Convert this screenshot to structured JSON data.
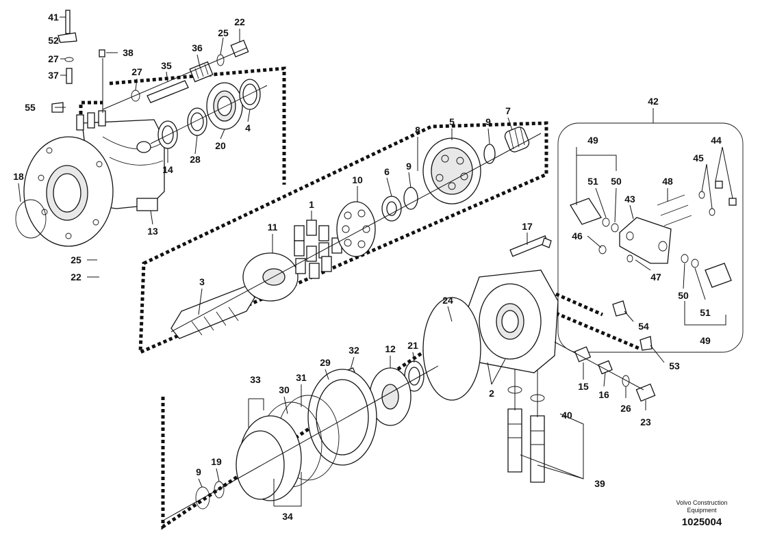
{
  "diagram": {
    "company": "Volvo Construction Equipment",
    "drawing_number": "1025004",
    "labels": {
      "p41": "41",
      "p52": "52",
      "p27a": "27",
      "p37": "37",
      "p38": "38",
      "p36": "36",
      "p25a": "25",
      "p22a": "22",
      "p35": "35",
      "p27b": "27",
      "p55": "55",
      "p4": "4",
      "p20": "20",
      "p28": "28",
      "p14": "14",
      "p18": "18",
      "p13": "13",
      "p25b": "25",
      "p22b": "22",
      "p8": "8",
      "p5": "5",
      "p9a": "9",
      "p7": "7",
      "p9b": "9",
      "p10": "10",
      "p6": "6",
      "p1": "1",
      "p11": "11",
      "p3": "3",
      "p42": "42",
      "p49a": "49",
      "p44": "44",
      "p51a": "51",
      "p50a": "50",
      "p45": "45",
      "p48": "48",
      "p43": "43",
      "p46": "46",
      "p47": "47",
      "p50b": "50",
      "p51b": "51",
      "p49b": "49",
      "p17": "17",
      "p24": "24",
      "p54": "54",
      "p53": "53",
      "p32": "32",
      "p12": "12",
      "p21": "21",
      "p29": "29",
      "p33": "33",
      "p31": "31",
      "p30": "30",
      "p2": "2",
      "p15": "15",
      "p16": "16",
      "p26": "26",
      "p23": "23",
      "p40": "40",
      "p39": "39",
      "p9c": "9",
      "p19": "19",
      "p34": "34"
    }
  }
}
